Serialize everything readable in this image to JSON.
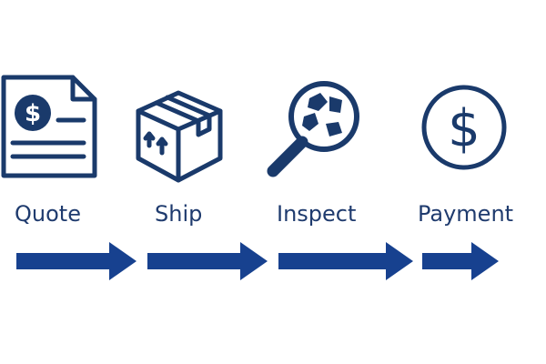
{
  "colors": {
    "primary": "#1a3a6b",
    "label": "#1f3b6e",
    "arrow": "#17418f",
    "background": "#ffffff"
  },
  "steps": [
    {
      "label": "Quote",
      "icon": "invoice-dollar-icon"
    },
    {
      "label": "Ship",
      "icon": "package-box-icon"
    },
    {
      "label": "Inspect",
      "icon": "magnifier-inspect-icon"
    },
    {
      "label": "Payment",
      "icon": "dollar-coin-icon"
    }
  ],
  "connectors": 4
}
